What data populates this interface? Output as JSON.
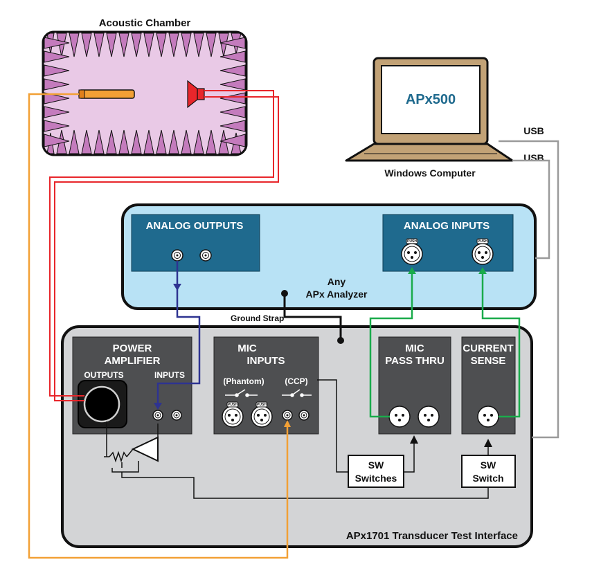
{
  "chamber": {
    "title": "Acoustic Chamber"
  },
  "computer": {
    "screen_text": "APx500",
    "caption": "Windows Computer",
    "usb_top": "USB",
    "usb_bottom": "USB"
  },
  "analyzer": {
    "outputs_title": "ANALOG OUTPUTS",
    "inputs_title": "ANALOG INPUTS",
    "caption_line1": "Any",
    "caption_line2": "APx Analyzer",
    "xlr_push": "PUSH"
  },
  "ground_strap": "Ground Strap",
  "interface": {
    "title": "APx1701 Transducer Test Interface",
    "power_amp": {
      "title_line1": "POWER",
      "title_line2": "AMPLIFIER",
      "outputs_label": "OUTPUTS",
      "inputs_label": "INPUTS"
    },
    "mic_inputs": {
      "title_line1": "MIC",
      "title_line2": "INPUTS",
      "phantom_label": "(Phantom)",
      "ccp_label": "(CCP)"
    },
    "mic_pass_thru": {
      "title_line1": "MIC",
      "title_line2": "PASS THRU"
    },
    "current_sense": {
      "title_line1": "CURRENT",
      "title_line2": "SENSE"
    },
    "sw_switches": {
      "line1": "SW",
      "line2": "Switches"
    },
    "sw_switch": {
      "line1": "SW",
      "line2": "Switch"
    }
  },
  "colors": {
    "chamber_fill": "#e9c9e6",
    "chamber_wedge": "#c47bbd",
    "analyzer_fill": "#b8e2f5",
    "panel_blue": "#1f6a8e",
    "interface_fill": "#d3d4d6",
    "panel_gray": "#4e4f51",
    "laptop_frame": "#c2a276",
    "wire_red": "#e8262b",
    "wire_orange": "#f2a035",
    "wire_blue": "#2e3391",
    "wire_green": "#1aab4b",
    "wire_gray": "#9a9a9a"
  }
}
